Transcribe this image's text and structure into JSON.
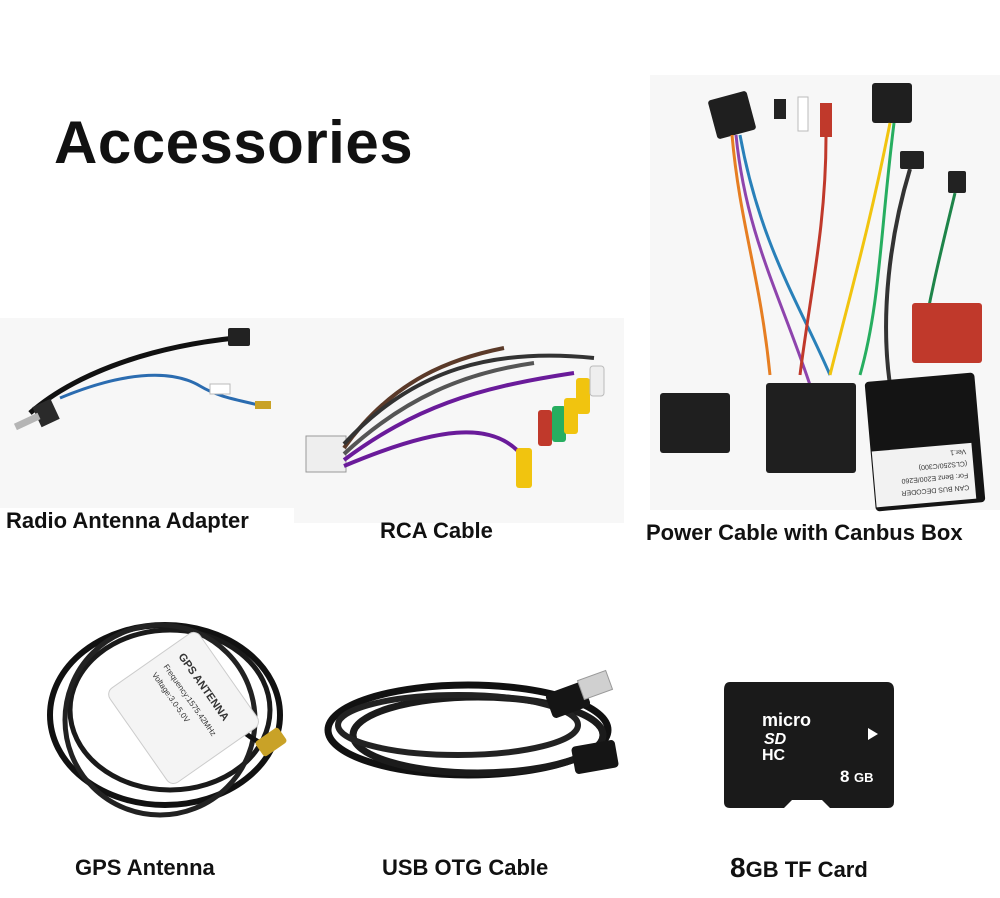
{
  "page": {
    "title": "Accessories"
  },
  "items": {
    "radio_antenna": {
      "label": "Radio Antenna Adapter"
    },
    "rca": {
      "label": "RCA Cable"
    },
    "power": {
      "label": "Power Cable with Canbus Box",
      "box_lines": [
        "CAN BUS DECODER",
        "For: Benz E200/E260",
        "(CLS250/C300)",
        "Ver.1"
      ]
    },
    "gps": {
      "label": "GPS Antenna",
      "sticker_lines": [
        "GPS ANTENNA",
        "Frequency:1575.42MHz",
        "Voltage:3.0-5.0V"
      ]
    },
    "usb": {
      "label": "USB OTG Cable"
    },
    "sd": {
      "label_num": "8",
      "label_rest": "GB TF Card",
      "card_brand_top": "micro",
      "card_brand_mid": "SD",
      "card_brand_bottom": "HC",
      "card_capacity_num": "8",
      "card_capacity_unit": "GB"
    }
  },
  "colors": {
    "card": "#1a1a1a",
    "red_connector": "#c0392b",
    "rca_yellow": "#f1c40f"
  }
}
